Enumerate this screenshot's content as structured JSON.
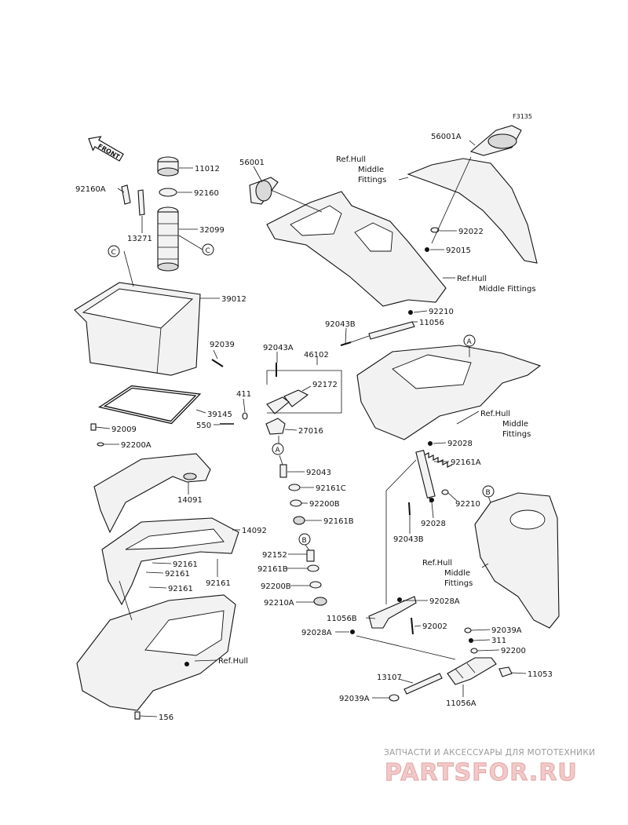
{
  "diagram": {
    "code": "F3135",
    "front_label": "FRONT",
    "parts": [
      {
        "id": "11012"
      },
      {
        "id": "92160"
      },
      {
        "id": "92160A"
      },
      {
        "id": "13271"
      },
      {
        "id": "32099"
      },
      {
        "id": "39012"
      },
      {
        "id": "92039"
      },
      {
        "id": "39145"
      },
      {
        "id": "92009"
      },
      {
        "id": "92200A"
      },
      {
        "id": "14091"
      },
      {
        "id": "14092"
      },
      {
        "id": "92161"
      },
      {
        "id": "92161"
      },
      {
        "id": "92161"
      },
      {
        "id": "92161"
      },
      {
        "id": "156"
      },
      {
        "id": "56001"
      },
      {
        "id": "56001A"
      },
      {
        "id": "92022"
      },
      {
        "id": "92015"
      },
      {
        "id": "92210"
      },
      {
        "id": "11056"
      },
      {
        "id": "92043B"
      },
      {
        "id": "92043A"
      },
      {
        "id": "46102"
      },
      {
        "id": "92172"
      },
      {
        "id": "411"
      },
      {
        "id": "550"
      },
      {
        "id": "27016"
      },
      {
        "id": "92043"
      },
      {
        "id": "92161C"
      },
      {
        "id": "92200B"
      },
      {
        "id": "92161B"
      },
      {
        "id": "92152"
      },
      {
        "id": "92161B"
      },
      {
        "id": "92200B"
      },
      {
        "id": "92210A"
      },
      {
        "id": "92028"
      },
      {
        "id": "92161A"
      },
      {
        "id": "92210"
      },
      {
        "id": "92028"
      },
      {
        "id": "92043B"
      },
      {
        "id": "92028A"
      },
      {
        "id": "11056B"
      },
      {
        "id": "92028A"
      },
      {
        "id": "92002"
      },
      {
        "id": "92039A"
      },
      {
        "id": "311"
      },
      {
        "id": "92200"
      },
      {
        "id": "13107"
      },
      {
        "id": "11053"
      },
      {
        "id": "92039A"
      },
      {
        "id": "11056A"
      }
    ],
    "references": [
      {
        "text": "Ref.Hull\nMiddle\nFittings"
      },
      {
        "text": "Ref.Hull\nMiddle Fittings"
      },
      {
        "text": "Ref.Hull\nMiddle\nFittings"
      },
      {
        "text": "Ref.Hull\nMiddle\nFittings"
      },
      {
        "text": "Ref.Hull"
      }
    ],
    "markers": [
      "C",
      "C",
      "A",
      "A",
      "B",
      "B"
    ]
  },
  "watermark": {
    "line1": "ЗАПЧАСТИ И АКСЕССУАРЫ ДЛЯ МОТОТЕХНИКИ",
    "line2": "PARTSFOR.RU"
  }
}
